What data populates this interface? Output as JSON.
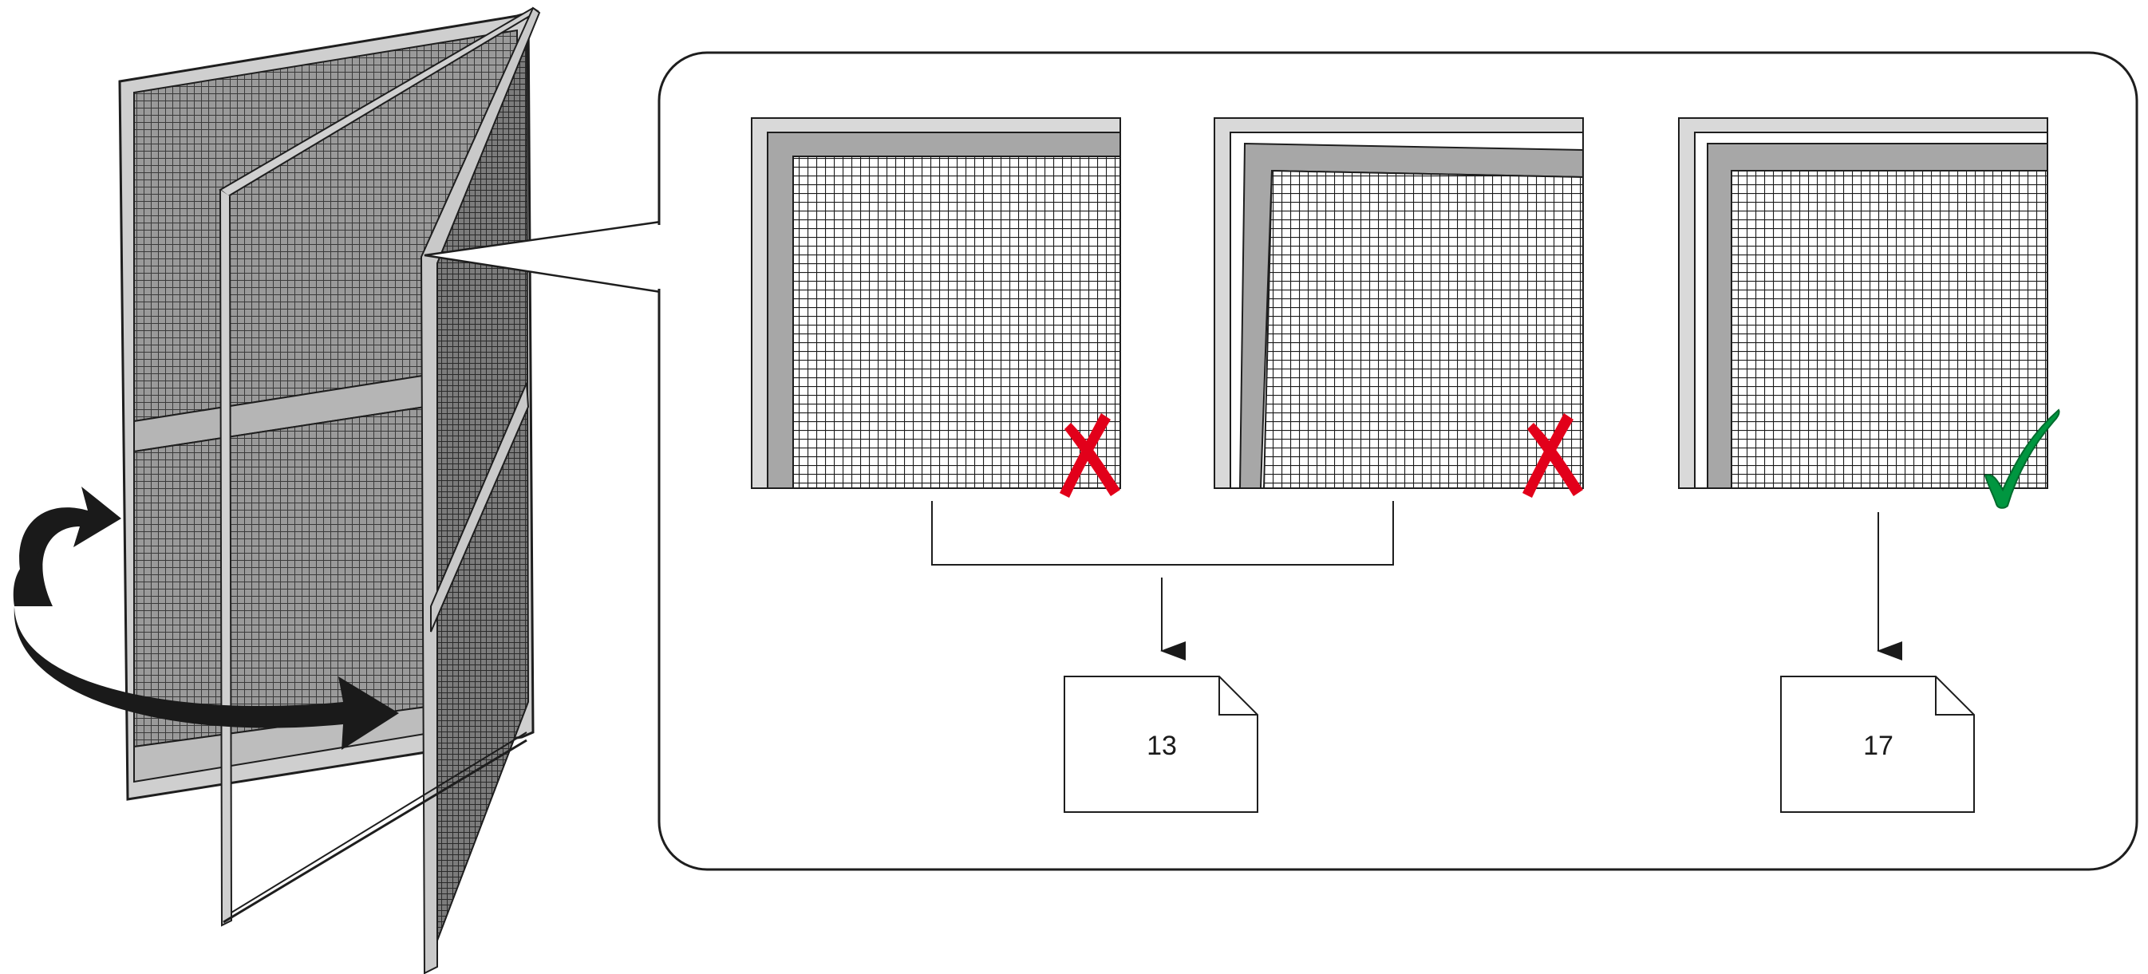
{
  "diagram": {
    "colors": {
      "frame_dark": "#a7a7a7",
      "frame_light": "#d9d9d9",
      "mesh": "#1a1a1a",
      "outline": "#1e1e1e",
      "arrow": "#1a1a1a",
      "cross": "#e2001a",
      "check": "#009640"
    },
    "door_illustration": {
      "icon": "opening-screen-door",
      "rotation_arrow_icon": "curved-rotation-arrow"
    },
    "detail_callout": {
      "panels": [
        {
          "id": "wrong-gap",
          "status": "incorrect",
          "status_icon": "cross-mark-icon",
          "target_page": "13"
        },
        {
          "id": "wrong-skewed",
          "status": "incorrect",
          "status_icon": "cross-mark-icon",
          "target_page": "13"
        },
        {
          "id": "correct-fit",
          "status": "correct",
          "status_icon": "check-mark-icon",
          "target_page": "17"
        }
      ]
    },
    "page_refs": [
      {
        "label": "13",
        "from_panels": [
          "wrong-gap",
          "wrong-skewed"
        ]
      },
      {
        "label": "17",
        "from_panels": [
          "correct-fit"
        ]
      }
    ]
  }
}
